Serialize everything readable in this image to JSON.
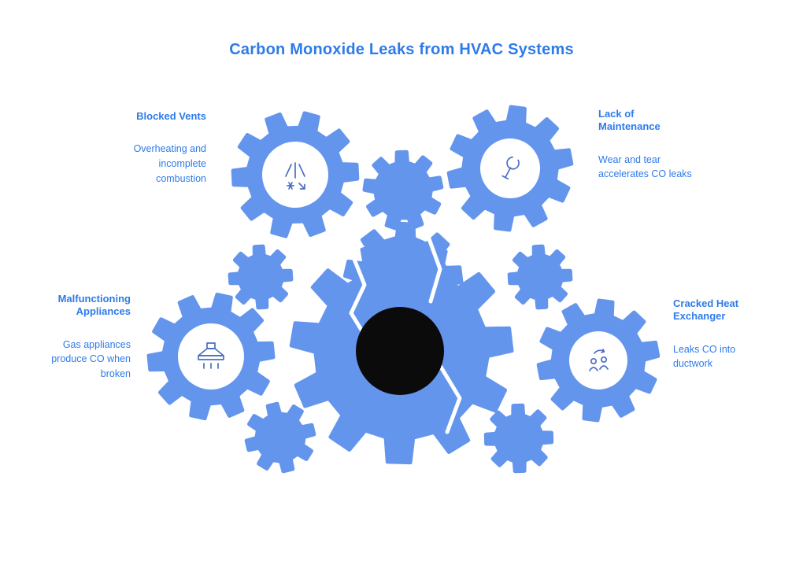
{
  "title": "Carbon Monoxide Leaks from HVAC Systems",
  "colors": {
    "gear": "#6495ED",
    "accent": "#2E7BE9",
    "center_hub": "#0B0B0B",
    "icon_stroke": "#4A6FC4"
  },
  "sections": [
    {
      "id": "blocked-vents",
      "heading": "Blocked Vents",
      "description": "Overheating and incomplete combustion",
      "icon": "vent-airflow-icon"
    },
    {
      "id": "lack-of-maintenance",
      "heading": "Lack of Maintenance",
      "description": "Wear and tear accelerates CO leaks",
      "icon": "maintenance-wrench-icon"
    },
    {
      "id": "malfunctioning-appliances",
      "heading": "Malfunctioning Appliances",
      "description": "Gas appliances produce CO when broken",
      "icon": "appliance-hood-icon"
    },
    {
      "id": "cracked-heat-exchanger",
      "heading": "Cracked Heat Exchanger",
      "description": "Leaks CO into ductwork",
      "icon": "heat-exchanger-people-icon"
    }
  ]
}
